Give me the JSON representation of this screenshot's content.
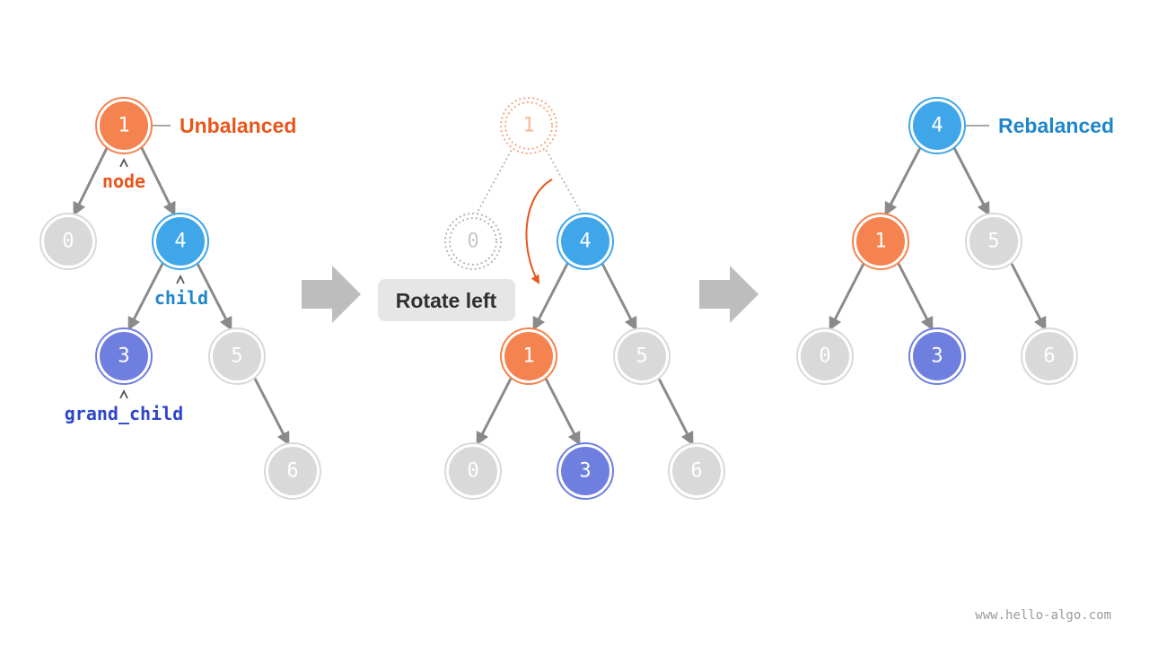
{
  "colors": {
    "orange": "#f5834f",
    "blue": "#3fa6ea",
    "purple": "#6f7fdf",
    "gray": "#d9d9d9",
    "edge": "#8a8a8a",
    "label_orange": "#e8561c",
    "label_blue": "#1f86c9",
    "label_purple": "#2f45c8"
  },
  "panels": {
    "before": {
      "nodes": [
        {
          "value": "1",
          "color": "orange"
        },
        {
          "value": "0",
          "color": "gray"
        },
        {
          "value": "4",
          "color": "blue"
        },
        {
          "value": "3",
          "color": "purple"
        },
        {
          "value": "5",
          "color": "gray"
        },
        {
          "value": "6",
          "color": "gray"
        }
      ],
      "status_label": "Unbalanced",
      "pointer_labels": {
        "node": "node",
        "child": "child",
        "grand_child": "grand_child"
      }
    },
    "during": {
      "nodes": [
        {
          "value": "1",
          "color": "orange",
          "faded": true
        },
        {
          "value": "0",
          "color": "gray",
          "faded": true
        },
        {
          "value": "4",
          "color": "blue"
        },
        {
          "value": "1",
          "color": "orange"
        },
        {
          "value": "5",
          "color": "gray"
        },
        {
          "value": "0",
          "color": "gray"
        },
        {
          "value": "3",
          "color": "purple"
        },
        {
          "value": "6",
          "color": "gray"
        }
      ],
      "action_label": "Rotate left"
    },
    "after": {
      "nodes": [
        {
          "value": "4",
          "color": "blue"
        },
        {
          "value": "1",
          "color": "orange"
        },
        {
          "value": "5",
          "color": "gray"
        },
        {
          "value": "0",
          "color": "gray"
        },
        {
          "value": "3",
          "color": "purple"
        },
        {
          "value": "6",
          "color": "gray"
        }
      ],
      "status_label": "Rebalanced"
    }
  },
  "watermark": "www.hello-algo.com"
}
